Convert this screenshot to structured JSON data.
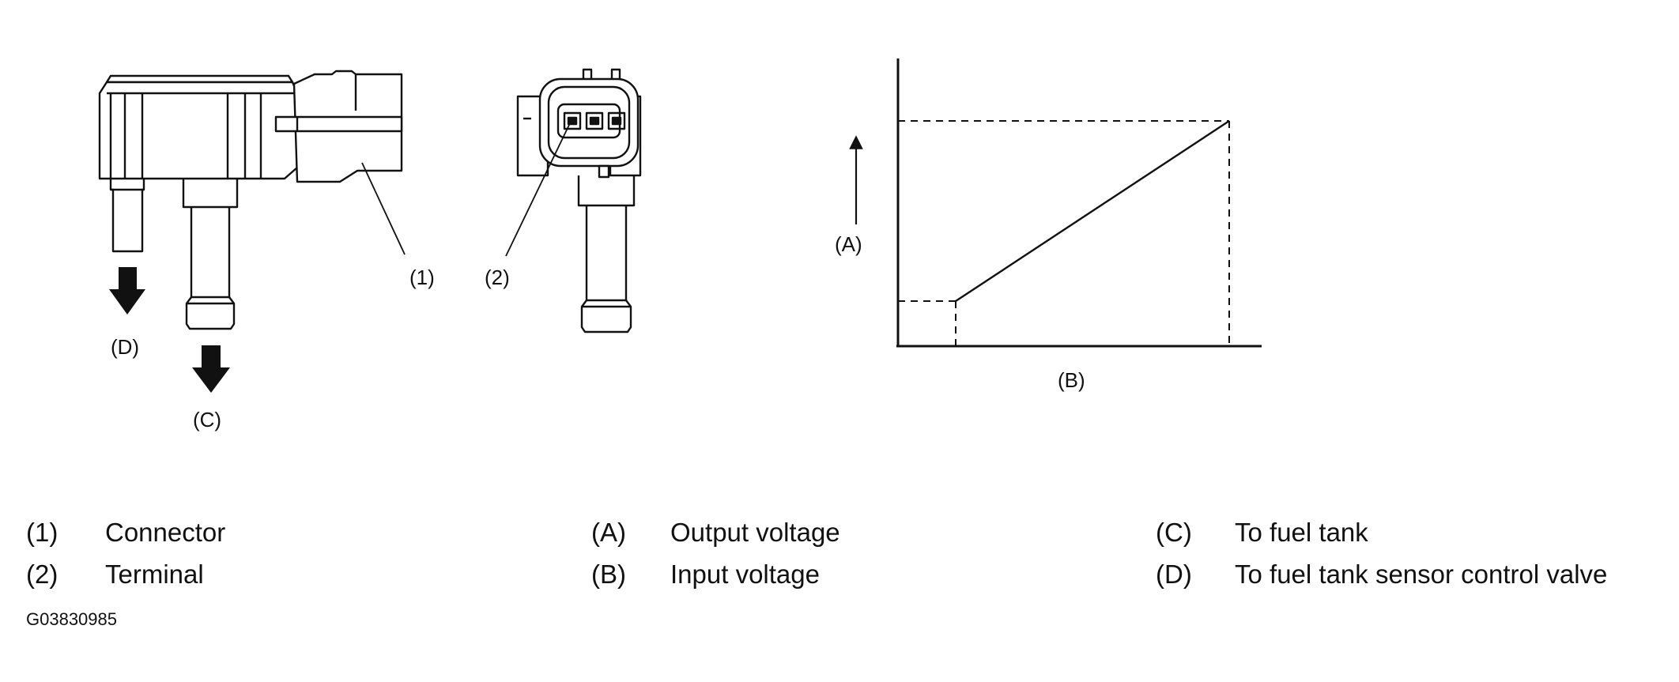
{
  "callouts": {
    "connector": "(1)",
    "terminal": "(2)",
    "fuel_tank_port": "(C)",
    "control_valve_port": "(D)"
  },
  "graph": {
    "y_axis_label": "(A)",
    "x_axis_label": "(B)"
  },
  "legend": [
    {
      "code": "(1)",
      "text": "Connector"
    },
    {
      "code": "(2)",
      "text": "Terminal"
    },
    {
      "code": "(A)",
      "text": "Output voltage"
    },
    {
      "code": "(B)",
      "text": "Input voltage"
    },
    {
      "code": "(C)",
      "text": "To fuel tank"
    },
    {
      "code": "(D)",
      "text": "To fuel tank sensor control valve"
    }
  ],
  "figure_id": "G03830985",
  "colors": {
    "line": "#111111",
    "background": "#ffffff"
  }
}
